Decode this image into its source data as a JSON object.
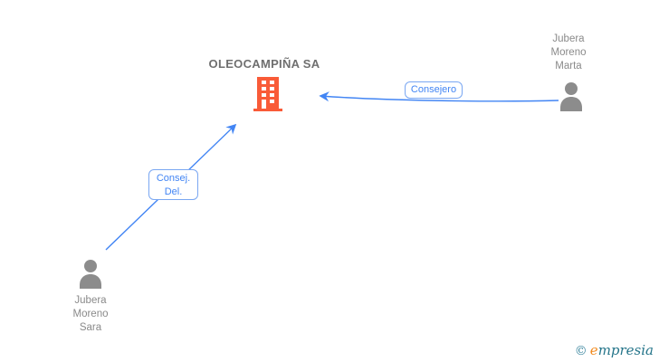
{
  "company": {
    "name": "OLEOCAMPIÑA SA",
    "icon": "building-icon",
    "icon_color": "#F95B38"
  },
  "people": [
    {
      "id": "marta",
      "lines": [
        "Jubera",
        "Moreno",
        "Marta"
      ],
      "icon": "person-icon"
    },
    {
      "id": "sara",
      "lines": [
        "Jubera",
        "Moreno",
        "Sara"
      ],
      "icon": "person-icon"
    }
  ],
  "relations": [
    {
      "label": "Consejero",
      "from": "Jubera Moreno Marta",
      "to": "OLEOCAMPIÑA SA"
    },
    {
      "label_lines": [
        "Consej.",
        "Del."
      ],
      "from": "Jubera Moreno Sara",
      "to": "OLEOCAMPIÑA SA"
    }
  ],
  "branding": {
    "copyright_symbol": "©",
    "logo_first_letter": "e",
    "logo_rest": "mpresia"
  },
  "colors": {
    "arrow": "#4285F4",
    "label_border": "#7AA7F2",
    "label_text": "#4285F4",
    "person_icon": "#8C8C8C",
    "person_name_text": "#8A8A8A",
    "company_title_text": "#6F6F6F",
    "building": "#F95B38",
    "logo_teal": "#25758A",
    "logo_orange": "#F18A1E"
  }
}
